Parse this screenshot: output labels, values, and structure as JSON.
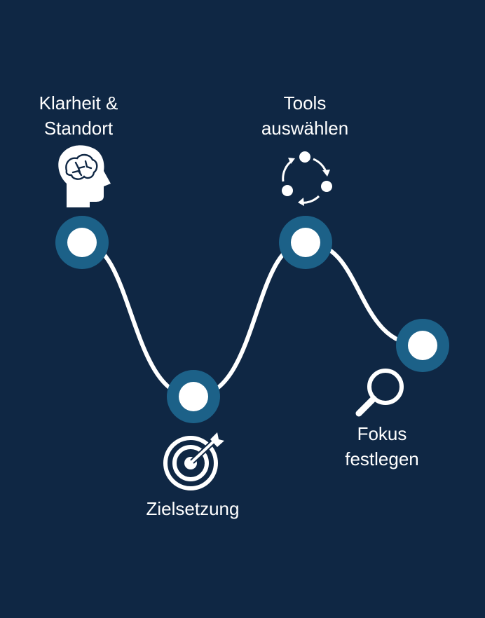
{
  "diagram": {
    "background_color": "#0f2744",
    "path_color": "#ffffff",
    "node_outer_color": "#1c6188",
    "node_inner_color": "#ffffff",
    "steps": [
      {
        "label_lines": [
          "Klarheit &",
          "Standort"
        ],
        "icon": "brain-head-icon"
      },
      {
        "label_lines": [
          "Zielsetzung"
        ],
        "icon": "target-arrow-icon"
      },
      {
        "label_lines": [
          "Tools",
          "auswählen"
        ],
        "icon": "cycle-icon"
      },
      {
        "label_lines": [
          "Fokus",
          "festlegen"
        ],
        "icon": "magnifier-icon"
      }
    ]
  }
}
